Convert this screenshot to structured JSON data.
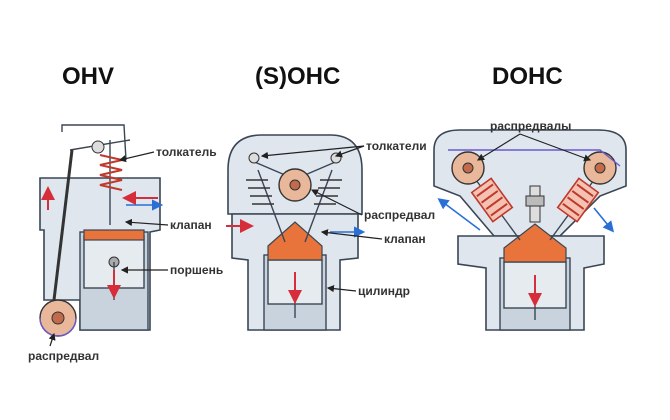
{
  "titles": {
    "ohv": "OHV",
    "sohc": "(S)OHC",
    "dohc": "DOHC"
  },
  "labels": {
    "ohv_pushrod": "толкатель",
    "ohv_valve": "клапан",
    "ohv_piston": "поршень",
    "ohv_camshaft": "распредвал",
    "sohc_pushrods": "толкатели",
    "sohc_camshaft": "распредвал",
    "sohc_valve": "клапан",
    "sohc_cylinder": "цилиндр",
    "dohc_camshafts": "распредвалы"
  },
  "colors": {
    "intake": "#2a6fd6",
    "exhaust": "#d62d3a",
    "combustion": "#e8743b",
    "cam": "#e9b79a"
  }
}
